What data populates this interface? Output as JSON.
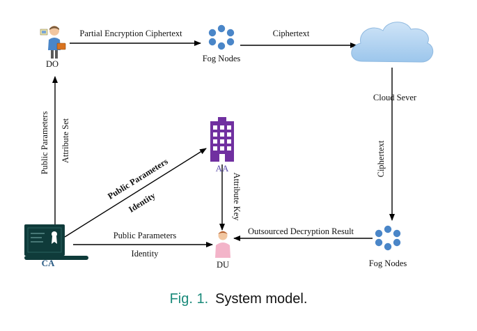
{
  "nodes": {
    "do": "DO",
    "fog_top": "Fog Nodes",
    "cloud": "Cloud Sever",
    "aa": "AA",
    "ca": "CA",
    "du": "DU",
    "fog_bottom": "Fog Nodes"
  },
  "edges": {
    "do_to_fog": "Partial Encryption Ciphertext",
    "fog_to_cloud": "Ciphertext",
    "cloud_to_fog": "Ciphertext",
    "ca_to_do_left": "Public Parameters",
    "ca_to_do_right": "Attribute Set",
    "ca_to_aa_top": "Public Parameters",
    "ca_to_aa_bottom": "Identity",
    "aa_to_du": "Attribute Key",
    "ca_to_du_top": "Public Parameters",
    "ca_to_du_bottom": "Identity",
    "fog_to_du": "Outsourced Decryption Result"
  },
  "caption": {
    "figure": "Fig. 1.",
    "text": "System model."
  },
  "colors": {
    "fog": "#4a86c8",
    "cloud": "#a9cdee",
    "aa": "#7030a0",
    "ca_board": "#0f3b3a",
    "ca_label": "#2a5b84",
    "caption_fig": "#1a8a7a"
  }
}
